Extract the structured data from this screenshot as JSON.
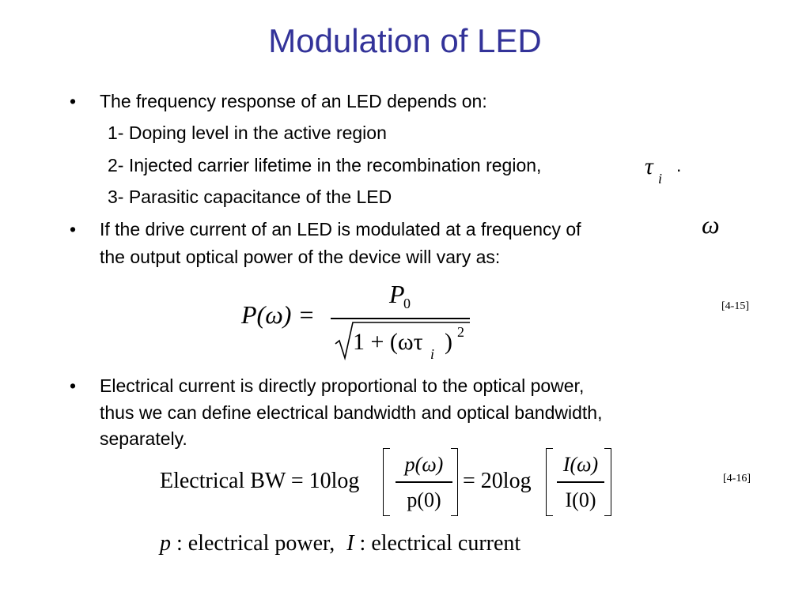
{
  "slide": {
    "title": "Modulation of LED",
    "bullet_char": "•",
    "bullets": [
      {
        "text": "The frequency response of an LED depends on:",
        "items": [
          "1- Doping level in the active region",
          "2- Injected carrier lifetime in the recombination region,",
          "3- Parasitic capacitance of the LED"
        ],
        "item2_trailing": "."
      },
      {
        "lines": [
          "If the drive current of an LED is modulated at a frequency of",
          "the output optical power of the device will vary as:"
        ]
      },
      {
        "lines": [
          "Electrical current is directly proportional to the optical power,",
          "thus we can define electrical bandwidth and optical bandwidth,",
          "separately."
        ]
      }
    ],
    "symbols": {
      "tau": "τ",
      "i": "i",
      "omega": "ω"
    },
    "eq1": {
      "lhs": "P(ω) =",
      "num_P": "P",
      "num_sub": "0",
      "den": "1 + (ωτ",
      "den_sub": "i",
      "den_close": ")",
      "den_exp": "2",
      "ref": "[4-15]"
    },
    "eq2": {
      "lhs": "Electrical BW = 10log",
      "num1": "p(ω)",
      "den1": "p(0)",
      "mid": "= 20log",
      "num2": "I(ω)",
      "den2": "I(0)",
      "ref": "[4-16]"
    },
    "legend": {
      "p": "p",
      "p_text": ": electrical power,",
      "I": "I",
      "I_text": ": electrical current"
    }
  }
}
